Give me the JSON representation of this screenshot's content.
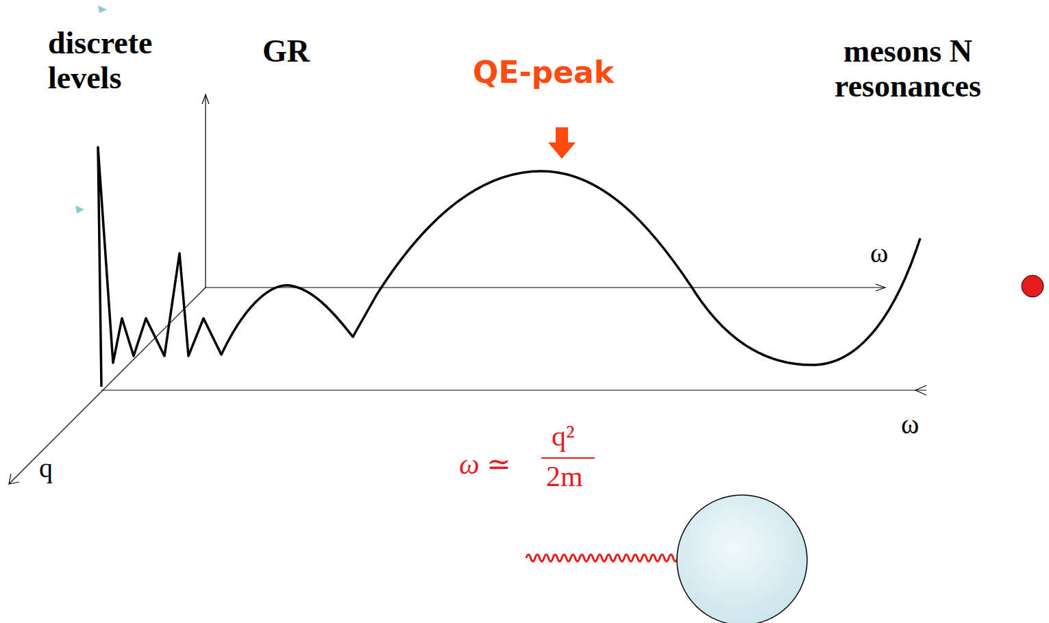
{
  "diagram": {
    "labels": [
      "discrete levels",
      "GR",
      "QE-peak",
      "mesons N resonances",
      "ω",
      "ω",
      "q",
      "ω ≃",
      "q²",
      "2m"
    ]
  }
}
